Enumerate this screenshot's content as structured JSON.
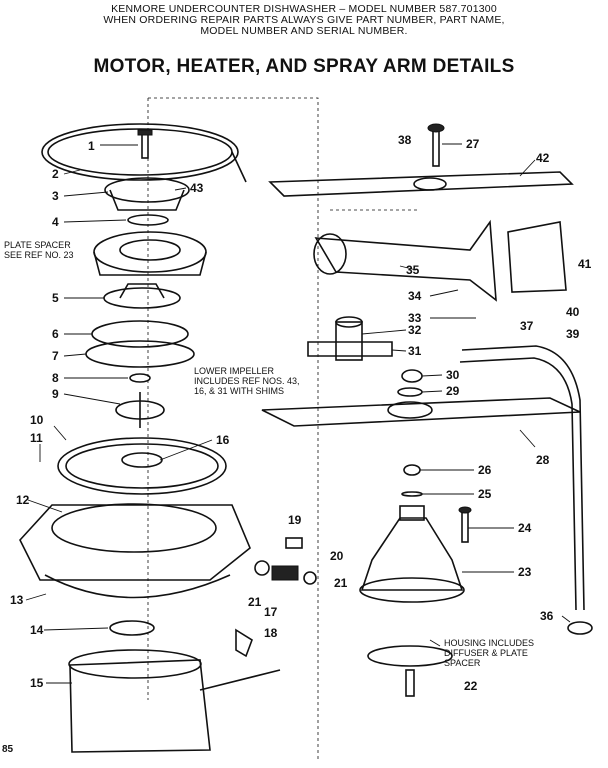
{
  "header": {
    "line1": "KENMORE UNDERCOUNTER DISHWASHER – MODEL NUMBER 587.701300",
    "line2": "WHEN ORDERING REPAIR PARTS ALWAYS GIVE PART NUMBER, PART NAME,",
    "line3": "MODEL NUMBER AND SERIAL NUMBER."
  },
  "title": "MOTOR, HEATER, AND SPRAY ARM DETAILS",
  "notes": {
    "plate_spacer_1": "PLATE SPACER",
    "plate_spacer_2": "SEE REF NO. 23",
    "lower_impeller_1": "LOWER IMPELLER",
    "lower_impeller_2": "INCLUDES REF NOS. 43,",
    "lower_impeller_3": "16, & 31 WITH SHIMS",
    "housing_1": "HOUSING INCLUDES",
    "housing_2": "DIFFUSER & PLATE",
    "housing_3": "SPACER"
  },
  "labels": [
    "1",
    "2",
    "3",
    "43",
    "4",
    "5",
    "6",
    "7",
    "8",
    "9",
    "10",
    "11",
    "16",
    "12",
    "13",
    "14",
    "15",
    "19",
    "20",
    "21",
    "21",
    "17",
    "18",
    "38",
    "27",
    "42",
    "41",
    "35",
    "34",
    "40",
    "33",
    "32",
    "39",
    "37",
    "31",
    "30",
    "29",
    "28",
    "26",
    "25",
    "24",
    "23",
    "36",
    "22"
  ],
  "page_code": "85"
}
